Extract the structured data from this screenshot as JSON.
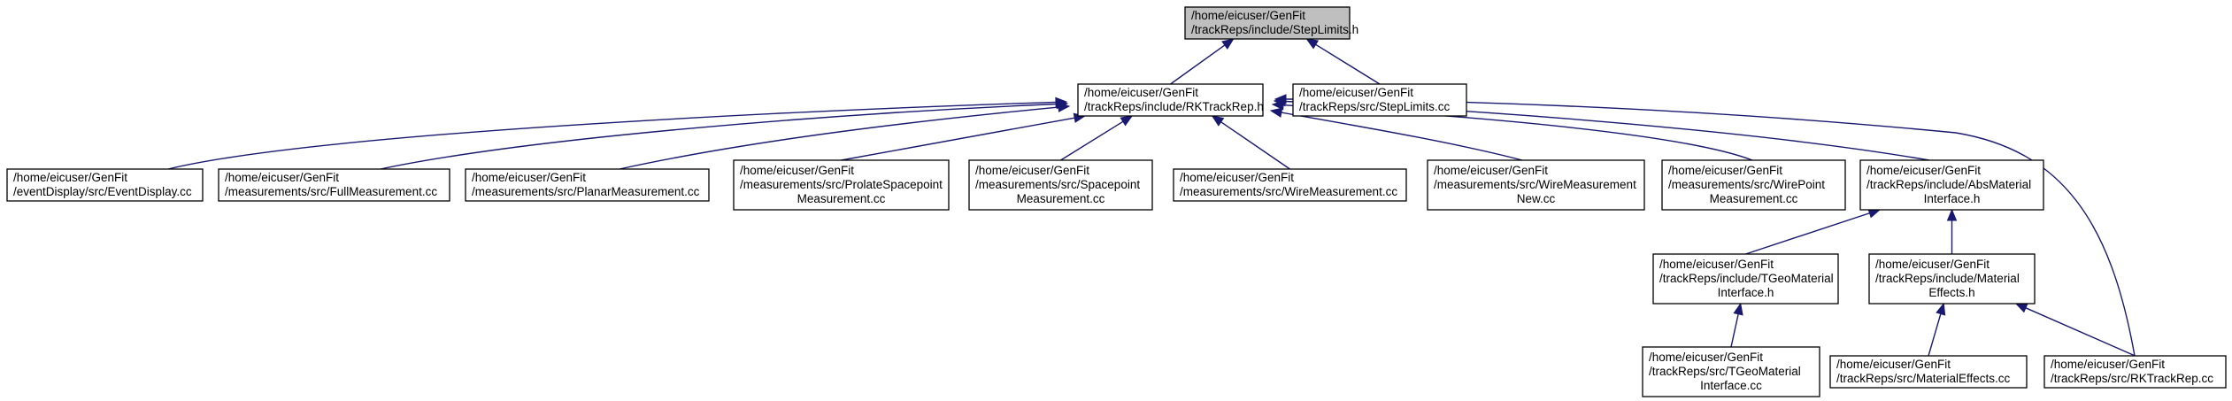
{
  "colors": {
    "edge": "#191970",
    "root_fill": "#bfbfbf",
    "node_fill": "#ffffff",
    "border": "#000000"
  },
  "nodes": [
    {
      "id": "steplimits_h",
      "lines": [
        "/home/eicuser/GenFit",
        "/trackReps/include/StepLimits.h"
      ],
      "root": true
    },
    {
      "id": "rktrackrep_h",
      "lines": [
        "/home/eicuser/GenFit",
        "/trackReps/include/RKTrackRep.h"
      ]
    },
    {
      "id": "steplimits_cc",
      "lines": [
        "/home/eicuser/GenFit",
        "/trackReps/src/StepLimits.cc"
      ]
    },
    {
      "id": "eventdisplay_cc",
      "lines": [
        "/home/eicuser/GenFit",
        "/eventDisplay/src/EventDisplay.cc"
      ]
    },
    {
      "id": "fullmeasurement_cc",
      "lines": [
        "/home/eicuser/GenFit",
        "/measurements/src/FullMeasurement.cc"
      ]
    },
    {
      "id": "planarmeasurement_cc",
      "lines": [
        "/home/eicuser/GenFit",
        "/measurements/src/PlanarMeasurement.cc"
      ]
    },
    {
      "id": "prolatespacepoint_cc",
      "lines": [
        "/home/eicuser/GenFit",
        "/measurements/src/ProlateSpacepoint",
        "Measurement.cc"
      ]
    },
    {
      "id": "spacepoint_cc",
      "lines": [
        "/home/eicuser/GenFit",
        "/measurements/src/Spacepoint",
        "Measurement.cc"
      ]
    },
    {
      "id": "wiremeasurement_cc",
      "lines": [
        "/home/eicuser/GenFit",
        "/measurements/src/WireMeasurement.cc"
      ]
    },
    {
      "id": "wiremeasurementnew_cc",
      "lines": [
        "/home/eicuser/GenFit",
        "/measurements/src/WireMeasurement",
        "New.cc"
      ]
    },
    {
      "id": "wirepoint_cc",
      "lines": [
        "/home/eicuser/GenFit",
        "/measurements/src/WirePoint",
        "Measurement.cc"
      ]
    },
    {
      "id": "absmaterial_h",
      "lines": [
        "/home/eicuser/GenFit",
        "/trackReps/include/AbsMaterial",
        "Interface.h"
      ]
    },
    {
      "id": "tgeomaterial_h",
      "lines": [
        "/home/eicuser/GenFit",
        "/trackReps/include/TGeoMaterial",
        "Interface.h"
      ]
    },
    {
      "id": "materialeffects_h",
      "lines": [
        "/home/eicuser/GenFit",
        "/trackReps/include/Material",
        "Effects.h"
      ]
    },
    {
      "id": "tgeomaterial_cc",
      "lines": [
        "/home/eicuser/GenFit",
        "/trackReps/src/TGeoMaterial",
        "Interface.cc"
      ]
    },
    {
      "id": "materialeffects_cc",
      "lines": [
        "/home/eicuser/GenFit",
        "/trackReps/src/MaterialEffects.cc"
      ]
    },
    {
      "id": "rktrackrep_cc",
      "lines": [
        "/home/eicuser/GenFit",
        "/trackReps/src/RKTrackRep.cc"
      ]
    }
  ],
  "edges": [
    {
      "from": "rktrackrep_h",
      "to": "steplimits_h"
    },
    {
      "from": "steplimits_cc",
      "to": "steplimits_h"
    },
    {
      "from": "eventdisplay_cc",
      "to": "rktrackrep_h"
    },
    {
      "from": "fullmeasurement_cc",
      "to": "rktrackrep_h"
    },
    {
      "from": "planarmeasurement_cc",
      "to": "rktrackrep_h"
    },
    {
      "from": "prolatespacepoint_cc",
      "to": "rktrackrep_h"
    },
    {
      "from": "spacepoint_cc",
      "to": "rktrackrep_h"
    },
    {
      "from": "wiremeasurement_cc",
      "to": "rktrackrep_h"
    },
    {
      "from": "wiremeasurementnew_cc",
      "to": "rktrackrep_h"
    },
    {
      "from": "wirepoint_cc",
      "to": "rktrackrep_h"
    },
    {
      "from": "absmaterial_h",
      "to": "rktrackrep_h"
    },
    {
      "from": "rktrackrep_cc",
      "to": "rktrackrep_h"
    },
    {
      "from": "tgeomaterial_h",
      "to": "absmaterial_h"
    },
    {
      "from": "materialeffects_h",
      "to": "absmaterial_h"
    },
    {
      "from": "tgeomaterial_cc",
      "to": "tgeomaterial_h"
    },
    {
      "from": "materialeffects_cc",
      "to": "materialeffects_h"
    },
    {
      "from": "rktrackrep_cc",
      "to": "materialeffects_h"
    }
  ]
}
